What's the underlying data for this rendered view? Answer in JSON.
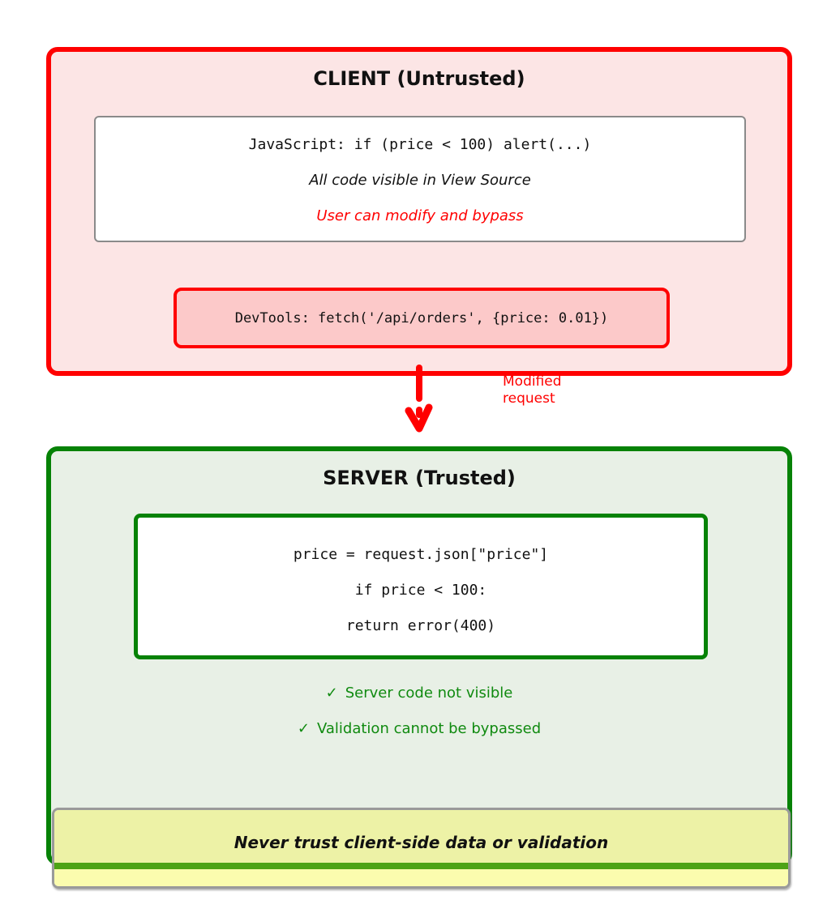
{
  "client": {
    "title": "CLIENT (Untrusted)",
    "code_box": {
      "code_line": "JavaScript: if (price < 100) alert(...)",
      "note_visible": "All code visible in View Source",
      "note_bypass": "User can modify and bypass"
    },
    "devtools_box": {
      "line": "DevTools: fetch('/api/orders', {price: 0.01})"
    }
  },
  "arrow": {
    "label": "Modified request"
  },
  "server": {
    "title": "SERVER (Trusted)",
    "code_box": {
      "lines": [
        "price = request.json[\"price\"]",
        "if price < 100:",
        "return error(400)"
      ]
    },
    "checks": [
      {
        "icon": "✓",
        "label": "Server code not visible"
      },
      {
        "icon": "✓",
        "label": "Validation cannot be bypassed"
      }
    ]
  },
  "banner": {
    "text": "Never trust client-side data or validation"
  },
  "colors": {
    "client_border": "#ff0000",
    "client_bg": "#fce5e5",
    "devtools_bg": "#fcc9c9",
    "server_border": "#068206",
    "server_bg": "#e8f0e6",
    "check_text": "#108a10",
    "banner_top": "#edf2a6",
    "banner_stripe": "#4da315",
    "banner_bottom": "#fbfcae",
    "banner_border": "#9a9a9a",
    "inner_box_border": "#8a8a8a"
  }
}
